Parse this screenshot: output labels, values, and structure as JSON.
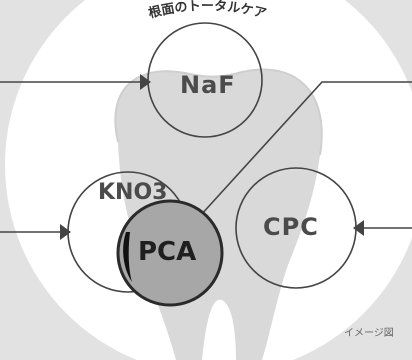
{
  "title": "根面のトータルケア",
  "labels": {
    "naf": "NaF",
    "kno3": "KNO3",
    "pca": "PCA",
    "cpc": "CPC"
  },
  "note": "イメージ図",
  "colors": {
    "background": "#e2e2e2",
    "disc": "#ffffff",
    "tooth": "#d9d9d9",
    "outline": "#444444",
    "pca_fill": "#a7a7a7"
  }
}
